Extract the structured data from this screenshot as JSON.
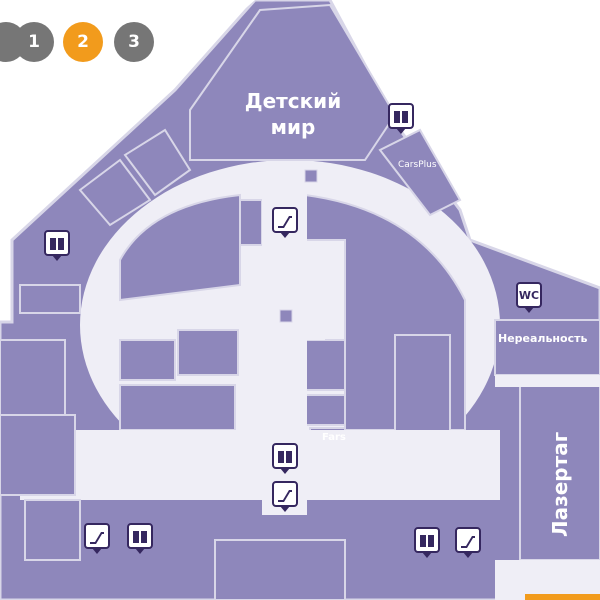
{
  "colors": {
    "block": "#8e87bb",
    "corridor": "#efeef6",
    "border": "#d8d6e8",
    "active_floor": "#f29b1c",
    "inactive_floor": "#767676",
    "marker": "#35275f"
  },
  "floor_selector": {
    "buttons": [
      {
        "label": "1",
        "active": false
      },
      {
        "label": "2",
        "active": true
      },
      {
        "label": "3",
        "active": false
      }
    ]
  },
  "stores": {
    "detsky_mir_line1": "Детский",
    "detsky_mir_line2": "мир",
    "carsplus": "CarsPlus",
    "nerealnost": "Нереальность",
    "fars": "Fars",
    "lazertag": "Лазертаг"
  },
  "markers": {
    "wc_label": "WC",
    "icons": [
      "elevator-icon",
      "escalator-icon",
      "wc-icon"
    ]
  }
}
